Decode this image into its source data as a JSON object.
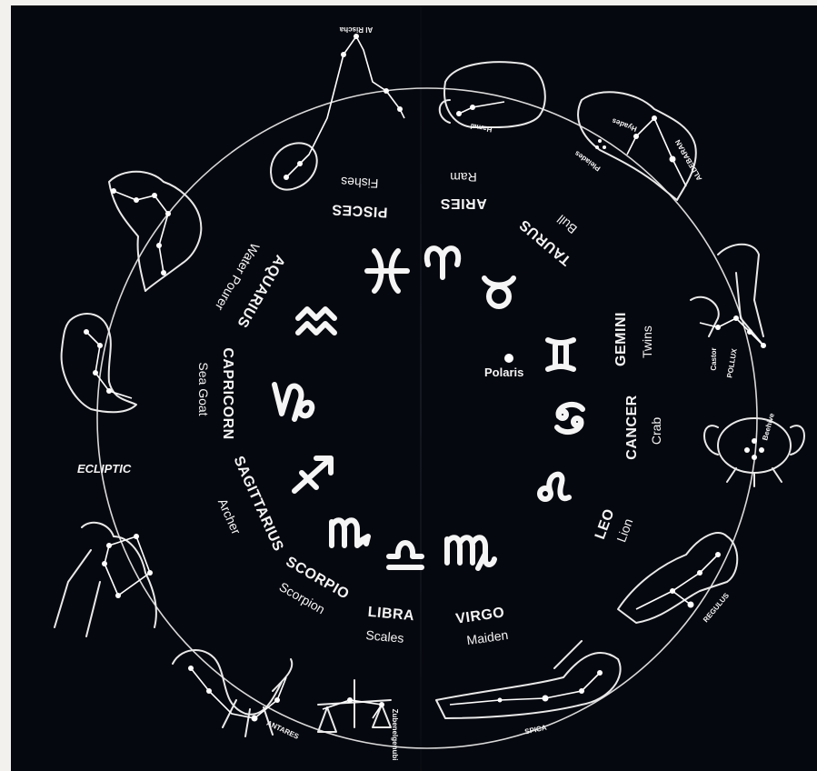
{
  "ecliptic_label": "ECLIPTIC",
  "polaris_label": "Polaris",
  "signs": [
    {
      "name": "PISCES",
      "meaning": "Fishes"
    },
    {
      "name": "ARIES",
      "meaning": "Ram"
    },
    {
      "name": "TAURUS",
      "meaning": "Bull"
    },
    {
      "name": "GEMINI",
      "meaning": "Twins"
    },
    {
      "name": "CANCER",
      "meaning": "Crab"
    },
    {
      "name": "LEO",
      "meaning": "Lion"
    },
    {
      "name": "VIRGO",
      "meaning": "Maiden"
    },
    {
      "name": "LIBRA",
      "meaning": "Scales"
    },
    {
      "name": "SCORPIO",
      "meaning": "Scorpion"
    },
    {
      "name": "SAGITTARIUS",
      "meaning": "Archer"
    },
    {
      "name": "CAPRICORN",
      "meaning": "Sea Goat"
    },
    {
      "name": "AQUARIUS",
      "meaning": "Water Pourer"
    }
  ],
  "star_labels": {
    "al_rischa": "Al Rischa",
    "hamal": "Hamal",
    "hyades": "Hyades",
    "pleiades": "Pleiades",
    "aldebaran": "ALDEBARAN",
    "castor": "Castor",
    "pollux": "POLLUX",
    "beehive": "Beehive",
    "regulus": "REGULUS",
    "spica": "SPICA",
    "zubenelgenubi": "Zubenelgenubi",
    "antares": "ANTARES"
  },
  "colors": {
    "background": "#06080f",
    "foreground": "#f4f4f4"
  },
  "icons": [
    "pisces-glyph-icon",
    "aries-glyph-icon",
    "taurus-glyph-icon",
    "gemini-glyph-icon",
    "cancer-glyph-icon",
    "leo-glyph-icon",
    "virgo-glyph-icon",
    "libra-glyph-icon",
    "scorpio-glyph-icon",
    "sagittarius-glyph-icon",
    "capricorn-glyph-icon",
    "aquarius-glyph-icon"
  ]
}
